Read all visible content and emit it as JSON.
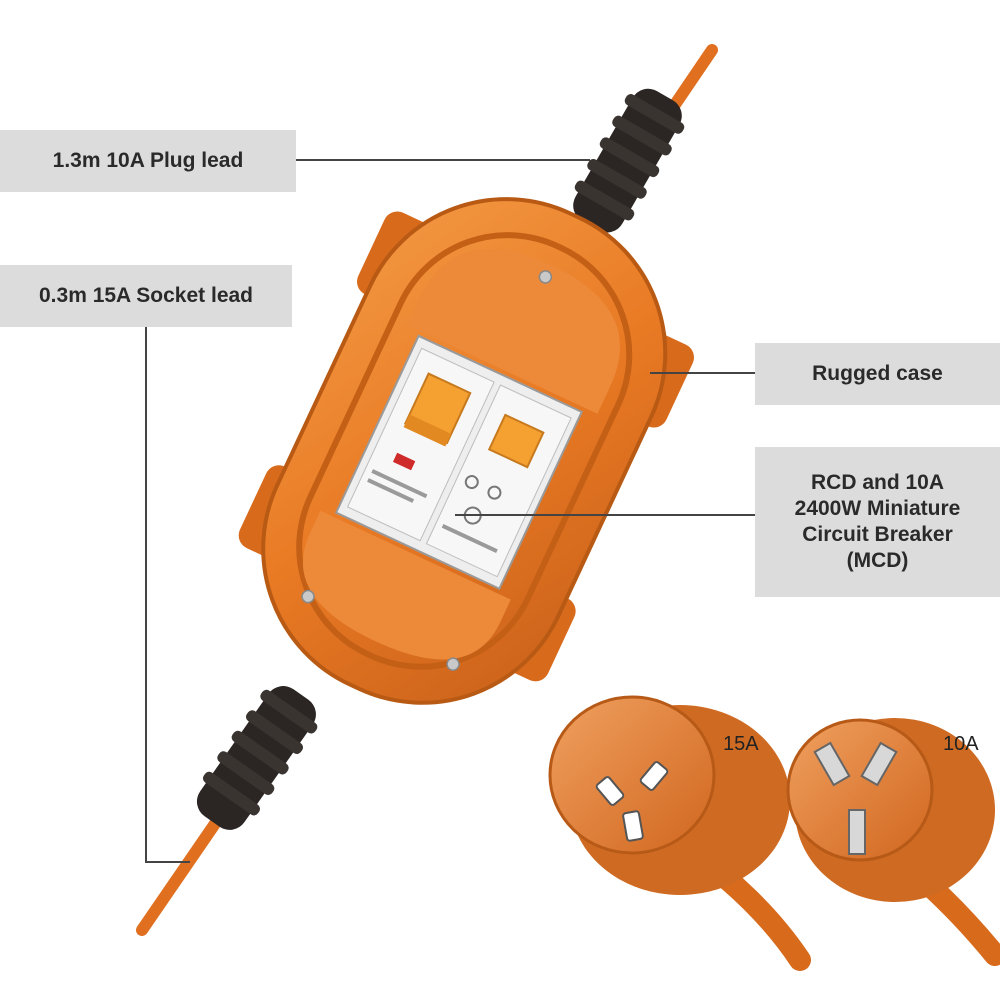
{
  "callouts": {
    "plug_lead": "1.3m 10A Plug lead",
    "socket_lead": "0.3m 15A Socket lead",
    "rugged_case": "Rugged case",
    "rcd": [
      "RCD and 10A",
      "2400W Miniature",
      "Circuit Breaker",
      "(MCD)"
    ]
  },
  "plugs": {
    "socket_label": "15A",
    "plug_label": "10A"
  },
  "colors": {
    "case_orange": "#e97a24",
    "case_dark": "#b85a14",
    "cable_black": "#2b2624",
    "callout_bg": "#dcdcdc",
    "leader_line": "#444444"
  }
}
